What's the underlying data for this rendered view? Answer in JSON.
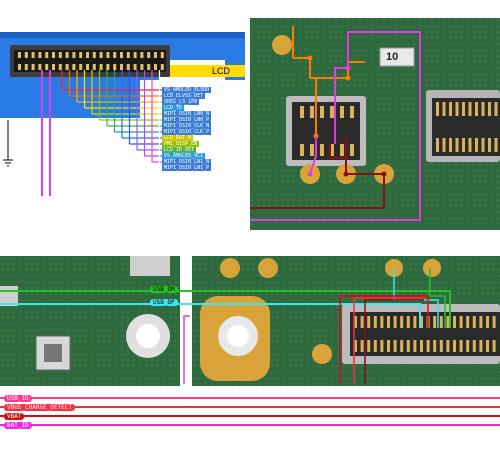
{
  "panels": {
    "lcd_connector": {
      "title": "LCD connector schematic",
      "label": "LCD"
    },
    "board_top": {
      "part_marking": "10"
    },
    "board_bottom": {}
  },
  "lcd_tags": [
    {
      "text": "VS_AMOLED_ELVDD"
    },
    {
      "text": "LCD_ELVSS_DET"
    },
    {
      "text": "VREG_L3_1P8"
    },
    {
      "text": "LCD_TE"
    },
    {
      "text": "MIPI_DSI0_LN0_N"
    },
    {
      "text": "MIPI_DSI0_LN0_P"
    },
    {
      "text": "MIPI_DSI0_CLK_N"
    },
    {
      "text": "MIPI_DSI0_CLK_P"
    },
    {
      "text": "LCD_RST_N"
    },
    {
      "text": "PMI_DISP_EN"
    },
    {
      "text": "LCD_ID_DET"
    },
    {
      "text": "VS_AMOLED_VCI"
    },
    {
      "text": "MIPI_DSI0_LN1_N"
    },
    {
      "text": "MIPI_DSI0_LN1_P"
    }
  ],
  "bottom_signals": [
    {
      "text": "USB_DM",
      "color": "#22c322"
    },
    {
      "text": "USB_DP",
      "color": "#3de6f0"
    }
  ],
  "power_signals": [
    {
      "text": "USB_ID",
      "color": "#ff3a8a"
    },
    {
      "text": "VBUS_CHARGE_DETECT",
      "color": "#ff2b3e"
    },
    {
      "text": "VBAT",
      "color": "#d70c12"
    },
    {
      "text": "BAT_ID",
      "color": "#f02adf"
    }
  ],
  "colors": {
    "pcb_green": "#2f6a3f",
    "pcb_dark": "#1f4a2c",
    "blue_bg": "#2a7be4",
    "pad_gold": "#d9a33a",
    "trace_orange": "#ff7b00",
    "trace_magenta": "#e13be2",
    "trace_darkred": "#8a0f0f"
  }
}
